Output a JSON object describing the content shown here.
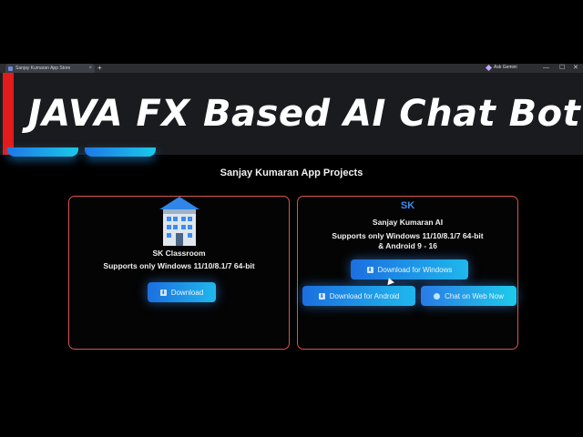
{
  "browser": {
    "tab_title": "Sanjay Kumaran App Store",
    "tab_close": "×",
    "new_tab": "+",
    "gemini_label": "Ask Gemini",
    "controls": [
      "—",
      "☐",
      "✕"
    ]
  },
  "banner": {
    "title": "JAVA FX Based AI Chat Bot",
    "accent_color": "#e41b1b"
  },
  "page": {
    "heading": "Sanjay Kumaran App Projects"
  },
  "cards": {
    "classroom": {
      "icon": "school-building-icon",
      "name": "SK Classroom",
      "support": "Supports only Windows 11/10/8.1/7 64-bit",
      "download_label": "Download"
    },
    "ai": {
      "logo": "SK",
      "name": "Sanjay Kumaran AI",
      "support_line1": "Supports only Windows 11/10/8.1/7 64-bit",
      "support_line2": "& Android 9 - 16",
      "windows_label": "Download for Windows",
      "android_label": "Download for Android",
      "web_label": "Chat on Web Now"
    }
  },
  "colors": {
    "card_border": "#d9534f",
    "button_start": "#1c6fe0",
    "button_end": "#1fb8ec"
  }
}
